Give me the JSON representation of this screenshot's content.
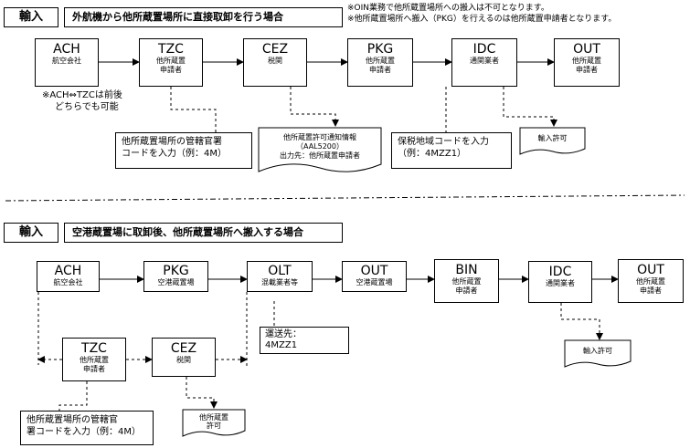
{
  "section1": {
    "tag": "輸入",
    "title": "外航機から他所蔵置場所に直接取卸を行う場合",
    "notes": [
      "※OIN業務で他所蔵置場所への搬入は不可となります。",
      "※他所蔵置場所へ搬入（PKG）を行えるのは他所蔵置申請者となります。"
    ],
    "nodes": {
      "ach": {
        "code": "ACH",
        "sub1": "航空会社",
        "sub2": ""
      },
      "tzc": {
        "code": "TZC",
        "sub1": "他所蔵置",
        "sub2": "申請者"
      },
      "cez": {
        "code": "CEZ",
        "sub1": "税関",
        "sub2": ""
      },
      "pkg": {
        "code": "PKG",
        "sub1": "他所蔵置",
        "sub2": "申請者"
      },
      "idc": {
        "code": "IDC",
        "sub1": "通関業者",
        "sub2": ""
      },
      "out": {
        "code": "OUT",
        "sub1": "他所蔵置",
        "sub2": "申請者"
      }
    },
    "order_note_1": "※ACH⇔TZCは前後",
    "order_note_2": "どちらでも可能",
    "tzc_detail_1": "他所蔵置場所の管轄官署",
    "tzc_detail_2": "コードを入力（例：4M）",
    "cez_doc_1": "他所蔵置許可通知情報",
    "cez_doc_2": "（AAL5200）",
    "cez_doc_3": "出力先：他所蔵置申請者",
    "pkg_detail_1": "保税地域コードを入力",
    "pkg_detail_2": "（例：4MZZ1）",
    "idc_doc": "輸入許可"
  },
  "section2": {
    "tag": "輸入",
    "title": "空港蔵置場に取卸後、他所蔵置場所へ搬入する場合",
    "nodes": {
      "ach": {
        "code": "ACH",
        "sub1": "航空会社",
        "sub2": ""
      },
      "pkg": {
        "code": "PKG",
        "sub1": "空港蔵置場",
        "sub2": ""
      },
      "olt": {
        "code": "OLT",
        "sub1": "混載業者等",
        "sub2": ""
      },
      "out1": {
        "code": "OUT",
        "sub1": "空港蔵置場",
        "sub2": ""
      },
      "bin": {
        "code": "BIN",
        "sub1": "他所蔵置",
        "sub2": "申請者"
      },
      "idc": {
        "code": "IDC",
        "sub1": "通関業者",
        "sub2": ""
      },
      "out2": {
        "code": "OUT",
        "sub1": "他所蔵置",
        "sub2": "申請者"
      },
      "tzc": {
        "code": "TZC",
        "sub1": "他所蔵置",
        "sub2": "申請者"
      },
      "cez": {
        "code": "CEZ",
        "sub1": "税関",
        "sub2": ""
      }
    },
    "olt_detail_1": "運送先：",
    "olt_detail_2": "4MZZ1",
    "idc_doc": "輸入許可",
    "cez_doc_1": "他所蔵置",
    "cez_doc_2": "許可",
    "tzc_detail_1": "他所蔵置場所の管轄官",
    "tzc_detail_2": "署コードを入力（例：4M）"
  }
}
